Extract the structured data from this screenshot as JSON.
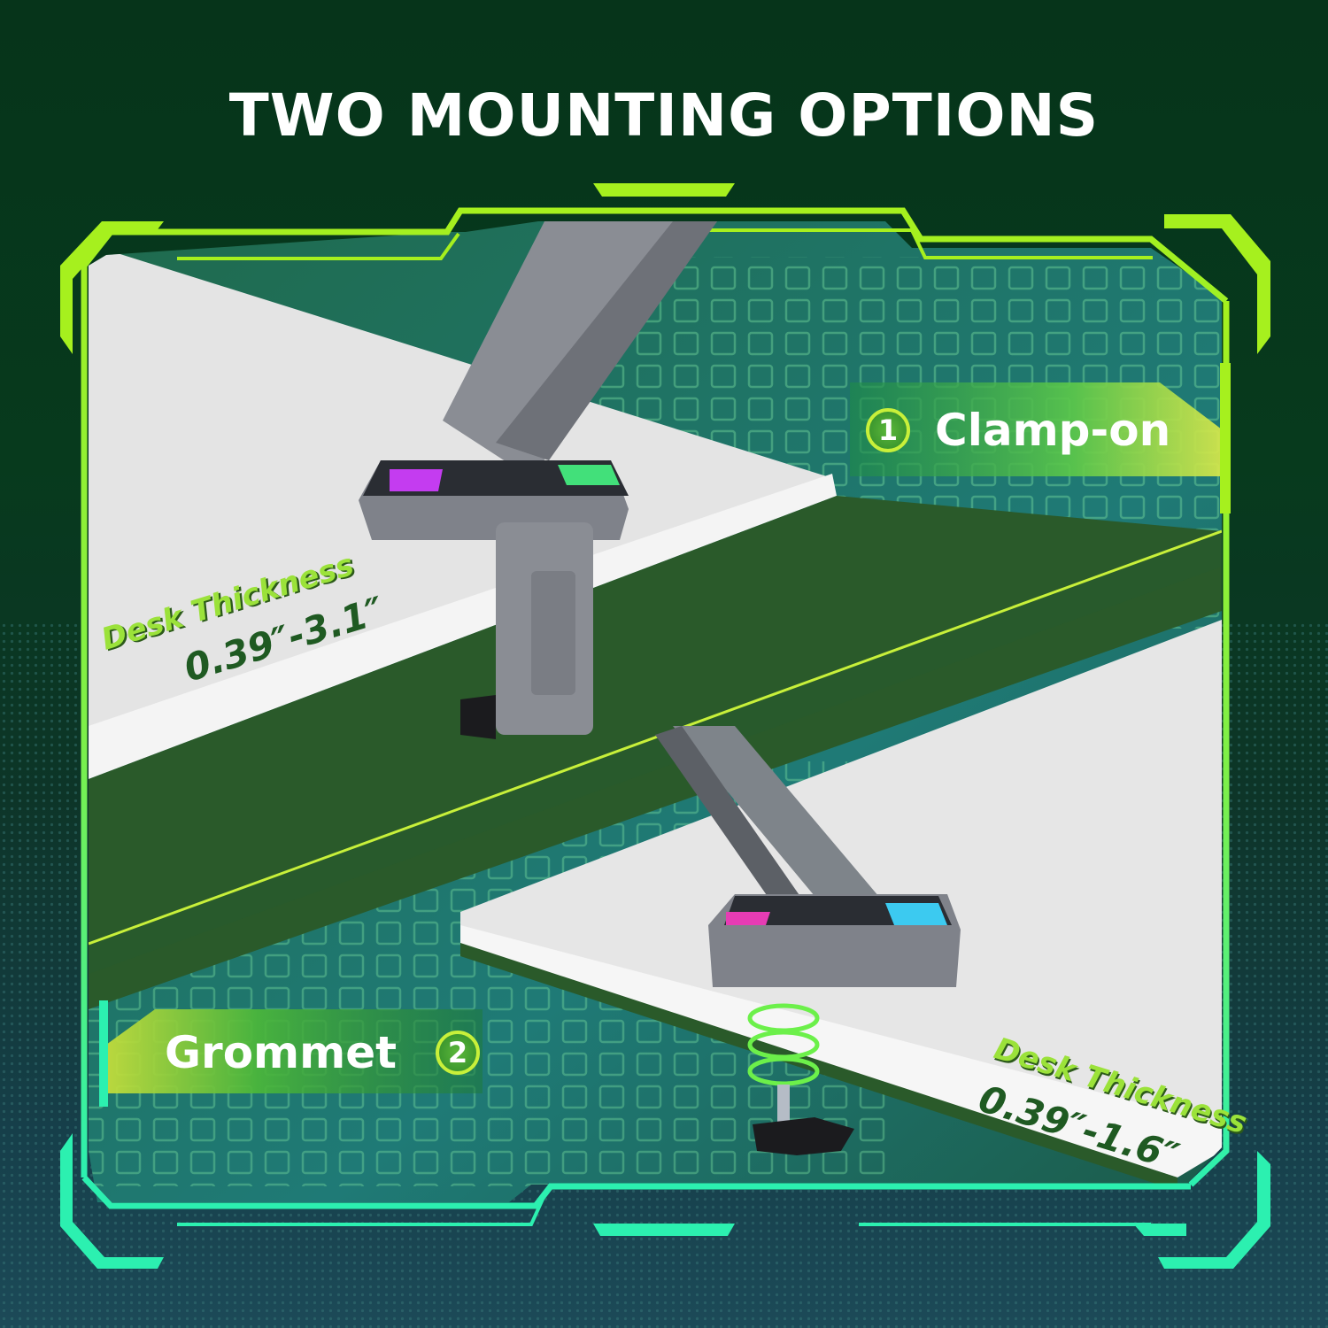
{
  "title": "TWO MOUNTING OPTIONS",
  "options": [
    {
      "number": "1",
      "label": "Clamp-on",
      "spec_label": "Desk Thickness",
      "spec_value": "0.39″-3.1″"
    },
    {
      "number": "2",
      "label": "Grommet",
      "spec_label": "Desk Thickness",
      "spec_value": "0.39″-1.6″"
    }
  ],
  "colors": {
    "background_top": "#06341a",
    "background_bottom": "#1c4a58",
    "frame_top_accent": "#a6f01e",
    "frame_bottom_accent": "#2cf0b0",
    "desk_white": "#e6e6e6",
    "dark_green_band": "#2a5a2a",
    "panel_teal": "#1f7a72",
    "title_text": "#ffffff",
    "spec_value_text": "#1f5a22"
  },
  "icons": {
    "clamp_mount": "clamp-mount-product-icon",
    "grommet_mount": "grommet-mount-product-icon",
    "number_badge": "numbered-circle-icon"
  }
}
